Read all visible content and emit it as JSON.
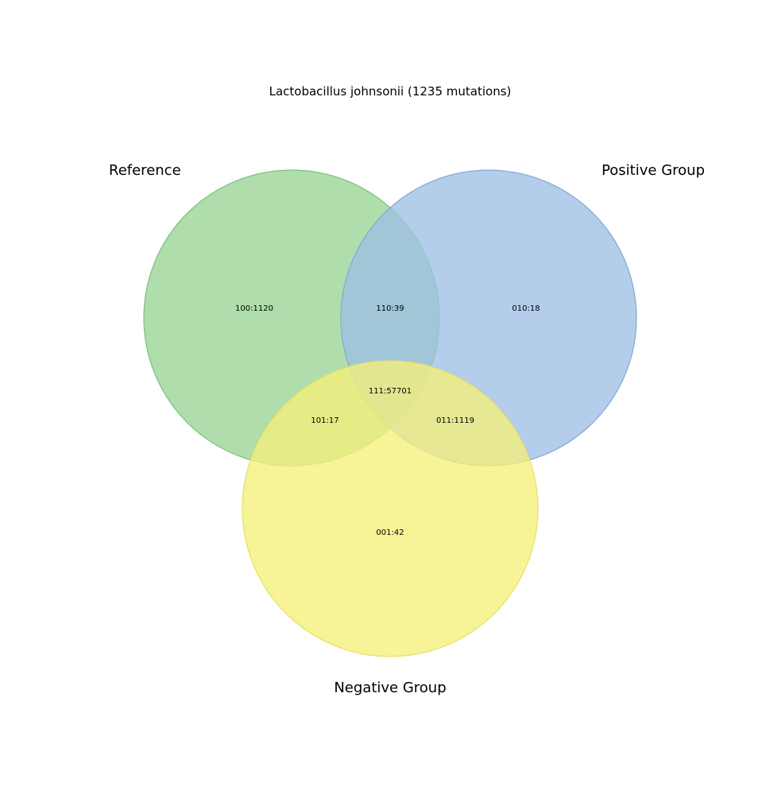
{
  "title": "Lactobacillus johnsonii (1235 mutations)",
  "sets": [
    {
      "key": "reference",
      "label": "Reference",
      "color": "#98d495",
      "edge": "#7cc27a"
    },
    {
      "key": "positive",
      "label": "Positive Group",
      "color": "#9dbfe4",
      "edge": "#7eaad6"
    },
    {
      "key": "negative",
      "label": "Negative Group",
      "color": "#f5ef7a",
      "edge": "#e8e060"
    }
  ],
  "regions": [
    {
      "code": "100",
      "text": "100:1120"
    },
    {
      "code": "110",
      "text": "110:39"
    },
    {
      "code": "010",
      "text": "010:18"
    },
    {
      "code": "111",
      "text": "111:57701"
    },
    {
      "code": "101",
      "text": "101:17"
    },
    {
      "code": "011",
      "text": "011:1119"
    },
    {
      "code": "001",
      "text": "001:42"
    }
  ]
}
